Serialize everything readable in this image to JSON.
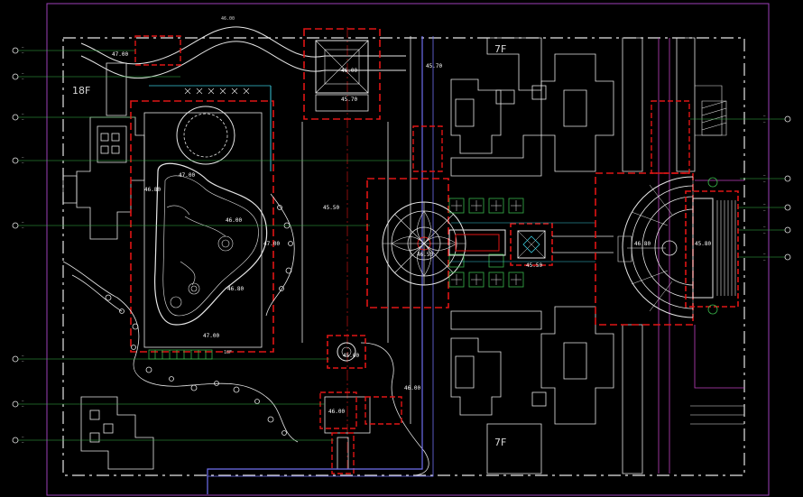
{
  "colors": {
    "background": "#000000",
    "white": "#e6e6e6",
    "red_dashed": "#e01515",
    "green": "#39b54a",
    "cyan": "#39c6d8",
    "blue": "#6f6ff0",
    "purple": "#9c3fb8",
    "magenta": "#c040c0"
  },
  "floor_label": "18F",
  "floor_label_2": "18F",
  "building_tags": [
    "7F",
    "7F"
  ],
  "elevations": [
    {
      "text": "47.00"
    },
    {
      "text": "46.00"
    },
    {
      "text": "45.70"
    },
    {
      "text": "45.70"
    },
    {
      "text": "46.80"
    },
    {
      "text": "47.00"
    },
    {
      "text": "47.00"
    },
    {
      "text": "46.80"
    },
    {
      "text": "47.00"
    },
    {
      "text": "45.50"
    },
    {
      "text": "46.50"
    },
    {
      "text": "45.50"
    },
    {
      "text": "46.80"
    },
    {
      "text": "45.80"
    },
    {
      "text": "46.00"
    },
    {
      "text": "46.00"
    },
    {
      "text": "45.00"
    },
    {
      "text": "46.00"
    }
  ],
  "top_mark": "46.00",
  "left_callouts": [
    {
      "line1": "—",
      "line2": "—"
    },
    {
      "line1": "—",
      "line2": "—"
    },
    {
      "line1": "—",
      "line2": "—"
    },
    {
      "line1": "—",
      "line2": "—"
    },
    {
      "line1": "—",
      "line2": "—"
    },
    {
      "line1": "—",
      "line2": "—"
    },
    {
      "line1": "—",
      "line2": "—"
    },
    {
      "line1": "—",
      "line2": "—"
    }
  ],
  "right_callouts": [
    {
      "line1": "—",
      "line2": "—"
    },
    {
      "line1": "—",
      "line2": "—"
    },
    {
      "line1": "—",
      "line2": "—"
    },
    {
      "line1": "—",
      "line2": "—"
    },
    {
      "line1": "—",
      "line2": "—"
    }
  ]
}
